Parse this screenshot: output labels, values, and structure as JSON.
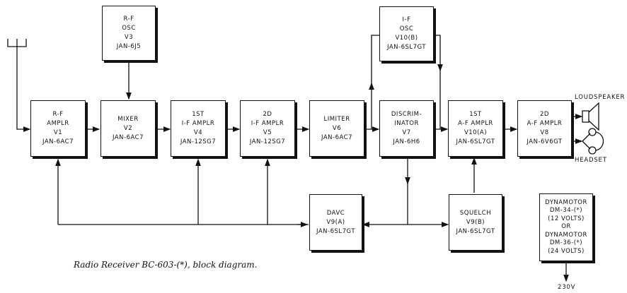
{
  "diagram": {
    "caption": "Radio Receiver BC-603-(*), block diagram.",
    "blocks": {
      "rf_ampl": [
        "R-F",
        "AMPLR",
        "V1",
        "JAN-6AC7"
      ],
      "mixer": [
        "MIXER",
        "V2",
        "JAN-6AC7"
      ],
      "rf_osc": [
        "R-F",
        "OSC",
        "V3",
        "JAN-6J5"
      ],
      "if_ampl_1": [
        "1ST",
        "I-F AMPLR",
        "V4",
        "JAN-12SG7"
      ],
      "if_ampl_2": [
        "2D",
        "I-F AMPLR",
        "V5",
        "JAN-12SG7"
      ],
      "limiter": [
        "LIMITER",
        "V6",
        "JAN-6AC7"
      ],
      "discriminator": [
        "DISCRIM-",
        "INATOR",
        "V7",
        "JAN-6H6"
      ],
      "if_osc": [
        "I-F",
        "OSC",
        "V10(B)",
        "JAN-6SL7GT"
      ],
      "af_ampl_1": [
        "1ST",
        "A-F AMPLR",
        "V10(A)",
        "JAN-6SL7GT"
      ],
      "af_ampl_2": [
        "2D",
        "A-F AMPLR",
        "V8",
        "JAN-6V6GT"
      ],
      "davc": [
        "DAVC",
        "V9(A)",
        "JAN-6SL7GT"
      ],
      "squelch": [
        "SQUELCH",
        "V9(B)",
        "JAN-6SL7GT"
      ],
      "dynamotor": [
        "DYNAMOTOR",
        "DM-34-(*)",
        "(12 VOLTS)",
        "OR",
        "DYNAMOTOR",
        "DM-36-(*)",
        "(24 VOLTS)"
      ]
    },
    "labels": {
      "loudspeaker": "LOUDSPEAKER",
      "headset": "HEADSET",
      "voltage": "230V"
    }
  }
}
